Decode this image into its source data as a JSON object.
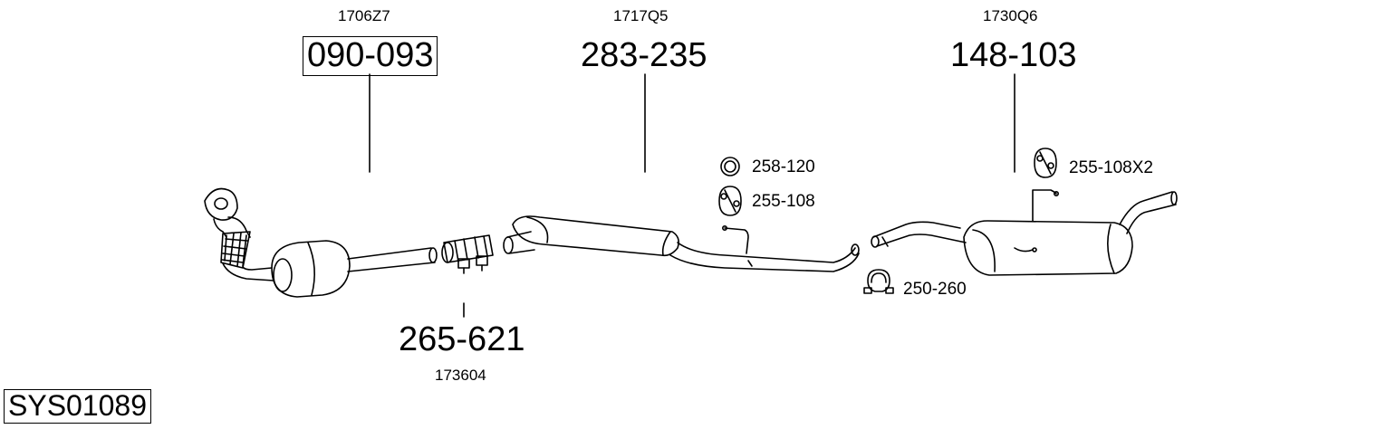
{
  "parts": {
    "catalyst": {
      "ref": "1706Z7",
      "number": "090-093"
    },
    "middle_silencer": {
      "ref": "1717Q5",
      "number": "283-235"
    },
    "rear_silencer": {
      "ref": "1730Q6",
      "number": "148-103"
    },
    "clamp": {
      "ref": "173604",
      "number": "265-621"
    }
  },
  "accessories": {
    "ring": "258-120",
    "mount_mid": "255-108",
    "mount_rear": "255-108X2",
    "rear_clamp": "250-260"
  },
  "system_id": "SYS01089"
}
